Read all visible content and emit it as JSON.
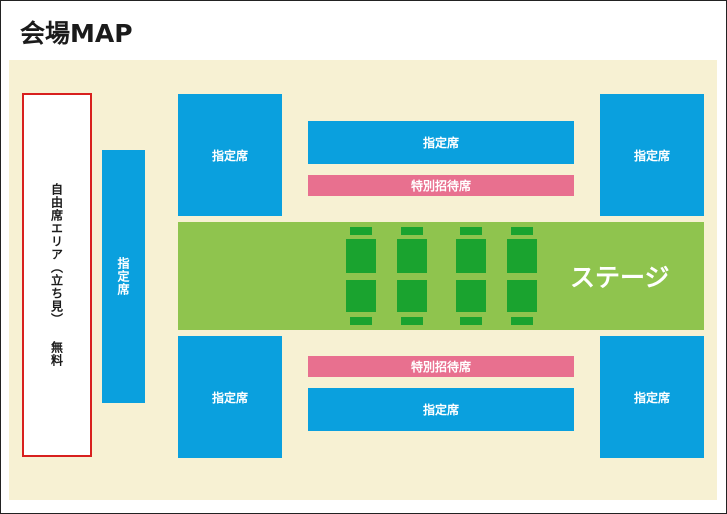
{
  "title": "会場MAP",
  "areas": {
    "free_area": "自由席エリア（立ち見） 無料",
    "reserved": "指定席",
    "special": "特別招待席",
    "stage": "ステージ"
  },
  "colors": {
    "reserved": "#0aa0de",
    "special": "#e8708f",
    "stage": "#8fc44e",
    "stage_seats": "#1aa32f",
    "free_area_border": "#d8201e",
    "venue_floor": "#f7f1d3"
  }
}
